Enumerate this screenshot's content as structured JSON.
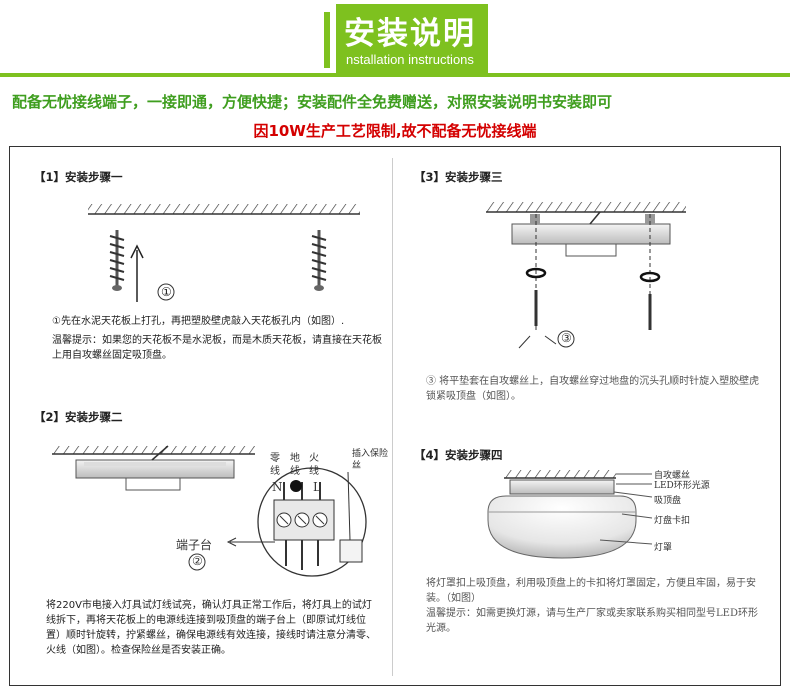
{
  "header": {
    "title": "安装说明",
    "subtitle": "nstallation instructions"
  },
  "promo": "配备无忧接线端子，一接即通，方便快捷；安装配件全免费赠送，对照安装说明书安装即可",
  "notice": "因10W生产工艺限制,故不配备无忧接线端",
  "steps": {
    "s1": {
      "title": "【1】安装步骤一",
      "marker": "①",
      "line1": "先在水泥天花板上打孔，再把塑胶壁虎敲入天花板孔内（如图）.",
      "tip": "温馨提示：如果您的天花板不是水泥板，而是木质天花板，请直接在天花板上用自攻螺丝固定吸顶盘。"
    },
    "s2": {
      "title": "【2】安装步骤二",
      "wire_labels": [
        "零线",
        "地线",
        "火线"
      ],
      "terminal_letters": [
        "N",
        "●",
        "L"
      ],
      "insert_label": "插入保险丝",
      "terminal_label": "端子台",
      "marker": "②",
      "text": "将220V市电接入灯具试灯线试亮，确认灯具正常工作后，将灯具上的试灯线拆下，再将天花板上的电源线连接到吸顶盘的端子台上（即原试灯线位置）顺时针旋转，拧紧螺丝，确保电源线有效连接，接线时请注意分清零、火线（如图）。检查保险丝是否安装正确。"
    },
    "s3": {
      "title": "【3】安装步骤三",
      "marker": "③",
      "text": "③ 将平垫套在自攻螺丝上，自攻螺丝穿过地盘的沉头孔顺时针旋入塑胶壁虎锁紧吸顶盘（如图）。"
    },
    "s4": {
      "title": "【4】安装步骤四",
      "labels": [
        "自攻螺丝",
        "LED环形光源",
        "吸顶盘",
        "灯盘卡扣",
        "灯罩"
      ],
      "text": "将灯罩扣上吸顶盘，利用吸顶盘上的卡扣将灯罩固定，方便且牢固，易于安装。（如图）",
      "tip": "温馨提示：如需更换灯源，请与生产厂家或卖家联系购买相同型号LED环形光源。"
    }
  },
  "colors": {
    "brand_green": "#7ec11f",
    "promo_green": "#3f9e1f",
    "warning_red": "#d40000"
  }
}
